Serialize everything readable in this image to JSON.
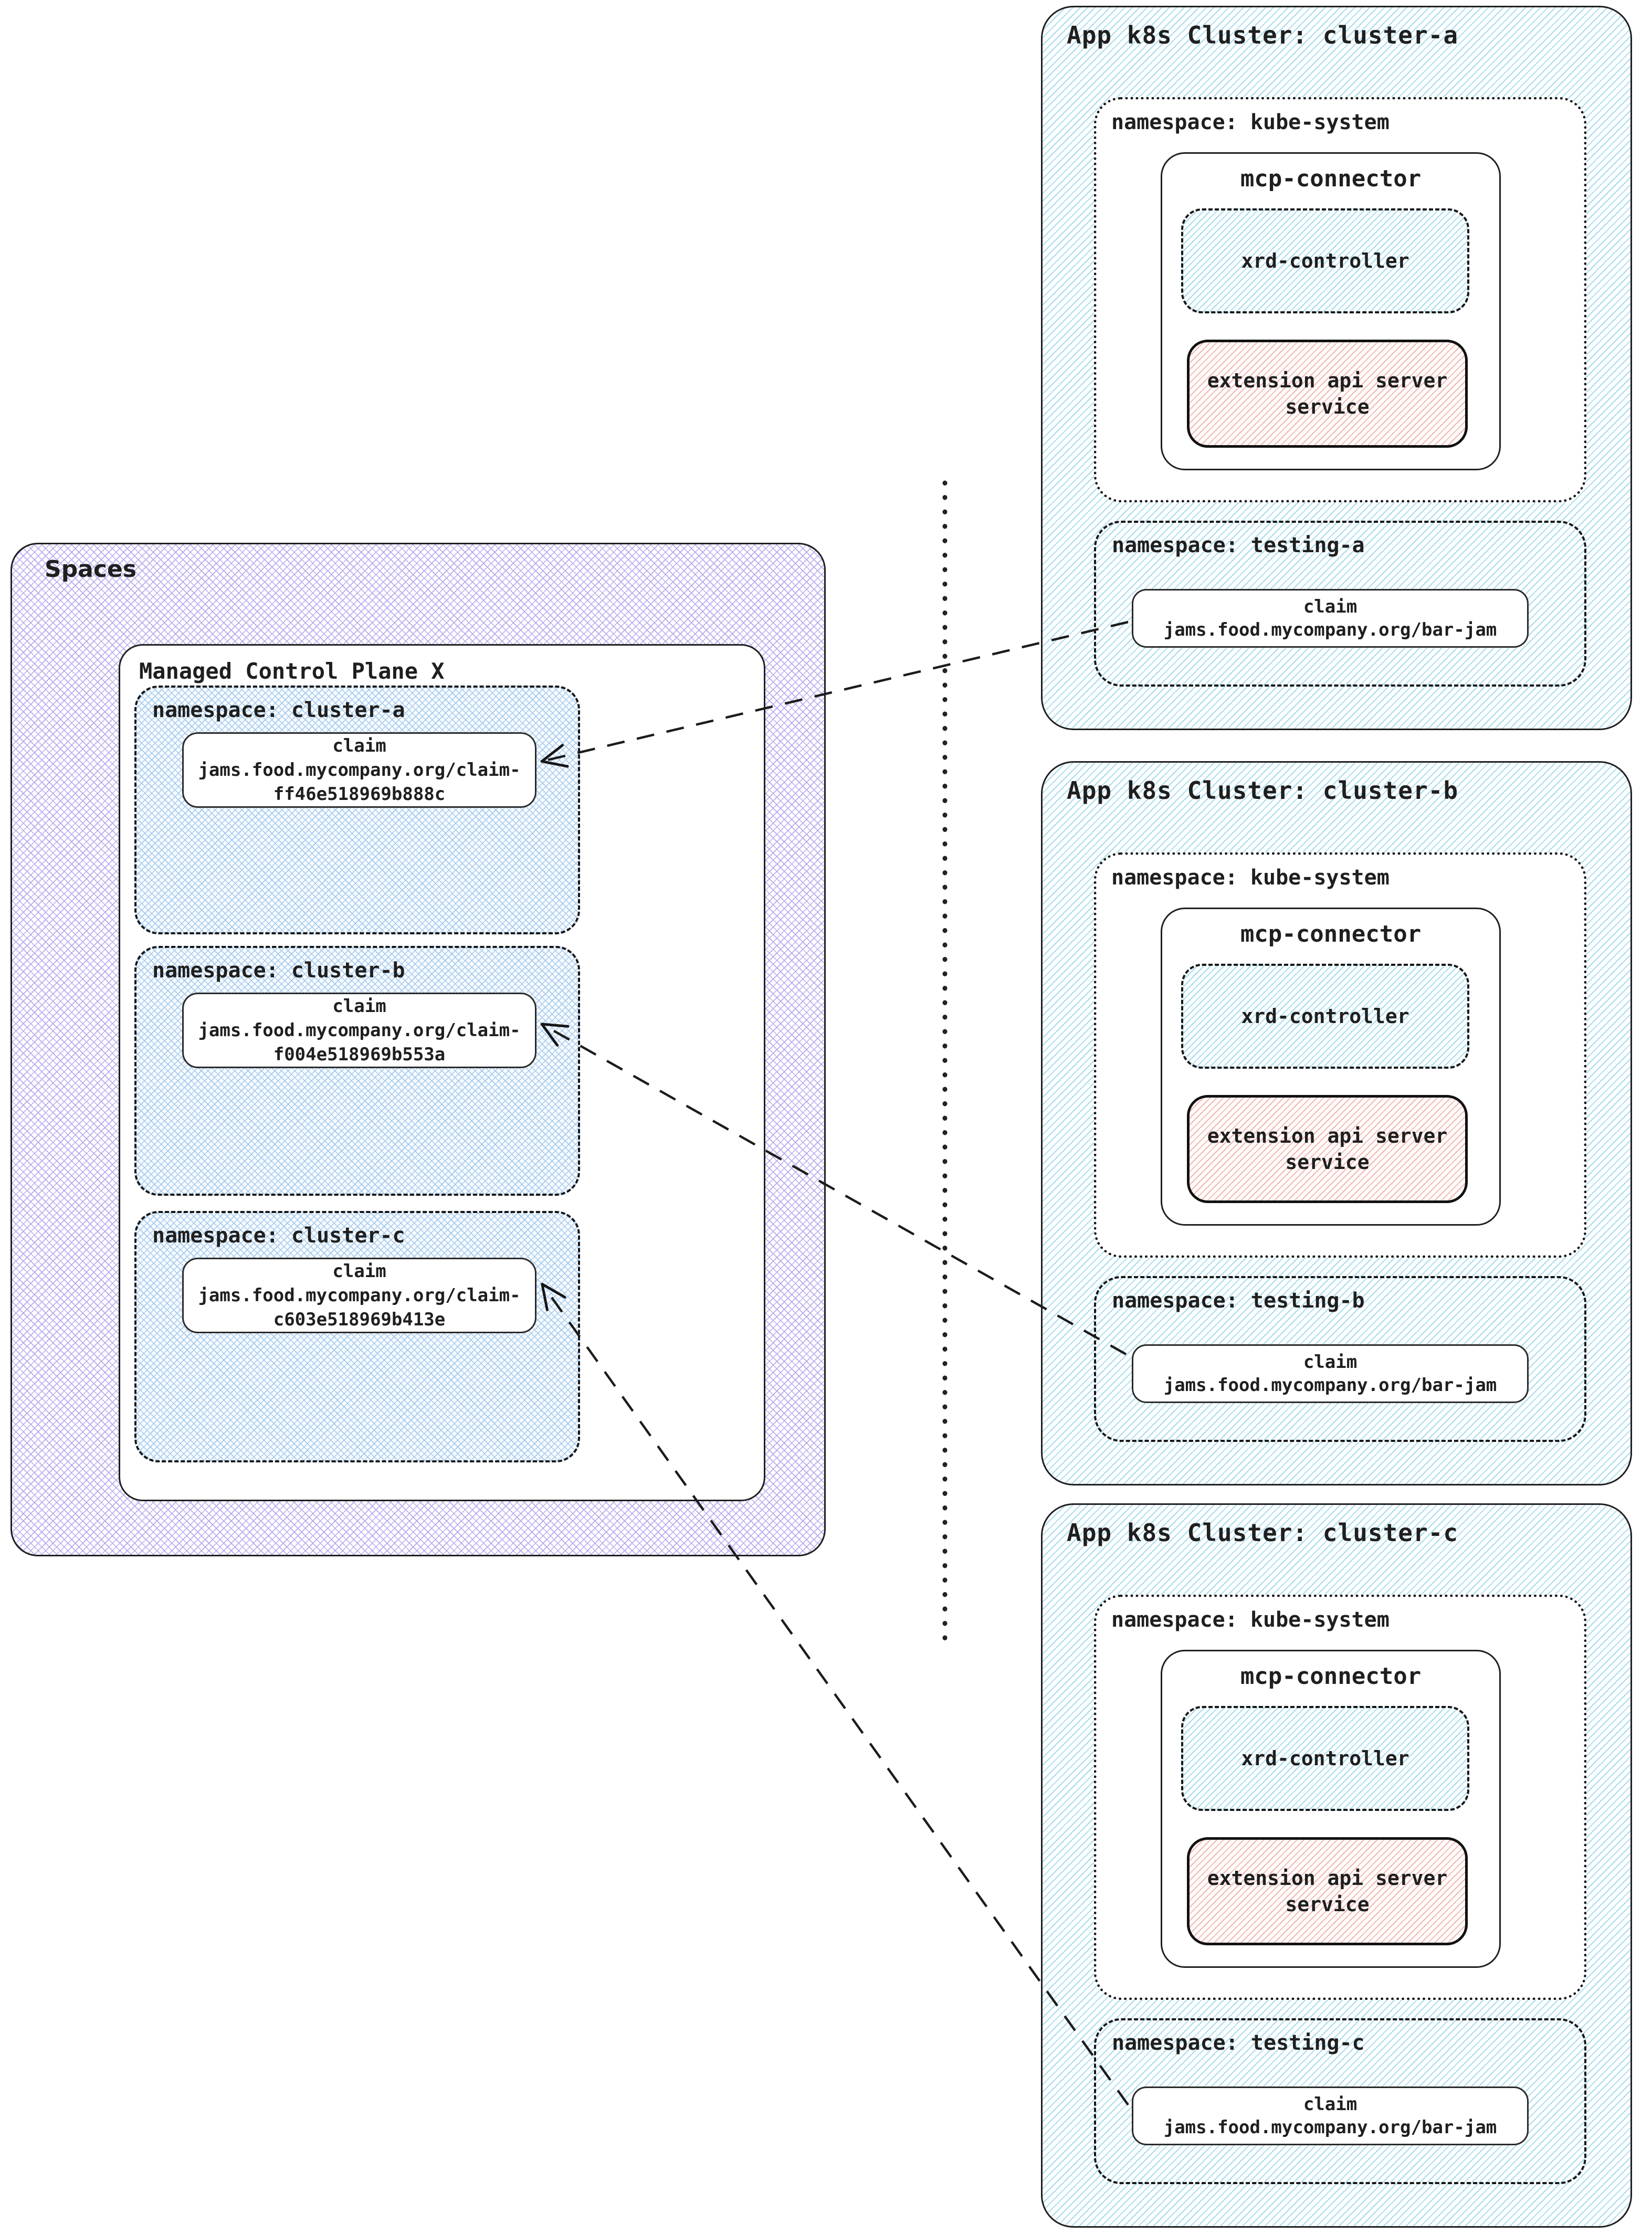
{
  "colors": {
    "ink": "#1f1f1f",
    "cluster_hatch": "#a8dcec",
    "namespace_hatch": "#a3c8ec",
    "spaces_hatch": "#b9aaee",
    "ext_hatch": "#f0b9b2"
  },
  "spaces": {
    "label": "Spaces",
    "control_plane": {
      "title": "Managed Control Plane X",
      "namespaces": [
        {
          "label": "namespace: cluster-a",
          "claim": {
            "title": "claim",
            "name": "jams.food.mycompany.org/claim-\nff46e518969b888c"
          }
        },
        {
          "label": "namespace: cluster-b",
          "claim": {
            "title": "claim",
            "name": "jams.food.mycompany.org/claim-\nf004e518969b553a"
          }
        },
        {
          "label": "namespace: cluster-c",
          "claim": {
            "title": "claim",
            "name": "jams.food.mycompany.org/claim-\nc603e518969b413e"
          }
        }
      ]
    }
  },
  "clusters": [
    {
      "title": "App k8s Cluster: cluster-a",
      "kube_namespace": {
        "label": "namespace: kube-system",
        "mcp_connector": {
          "title": "mcp-connector",
          "xrd_controller": "xrd-controller",
          "extension_api": "extension api server\nservice"
        }
      },
      "testing_namespace": {
        "label": "namespace: testing-a",
        "claim": {
          "title": "claim",
          "name": "jams.food.mycompany.org/bar-jam"
        }
      }
    },
    {
      "title": "App k8s Cluster: cluster-b",
      "kube_namespace": {
        "label": "namespace: kube-system",
        "mcp_connector": {
          "title": "mcp-connector",
          "xrd_controller": "xrd-controller",
          "extension_api": "extension api server\nservice"
        }
      },
      "testing_namespace": {
        "label": "namespace: testing-b",
        "claim": {
          "title": "claim",
          "name": "jams.food.mycompany.org/bar-jam"
        }
      }
    },
    {
      "title": "App k8s Cluster: cluster-c",
      "kube_namespace": {
        "label": "namespace: kube-system",
        "mcp_connector": {
          "title": "mcp-connector",
          "xrd_controller": "xrd-controller",
          "extension_api": "extension api server\nservice"
        }
      },
      "testing_namespace": {
        "label": "namespace: testing-c",
        "claim": {
          "title": "claim",
          "name": "jams.food.mycompany.org/bar-jam"
        }
      }
    }
  ]
}
